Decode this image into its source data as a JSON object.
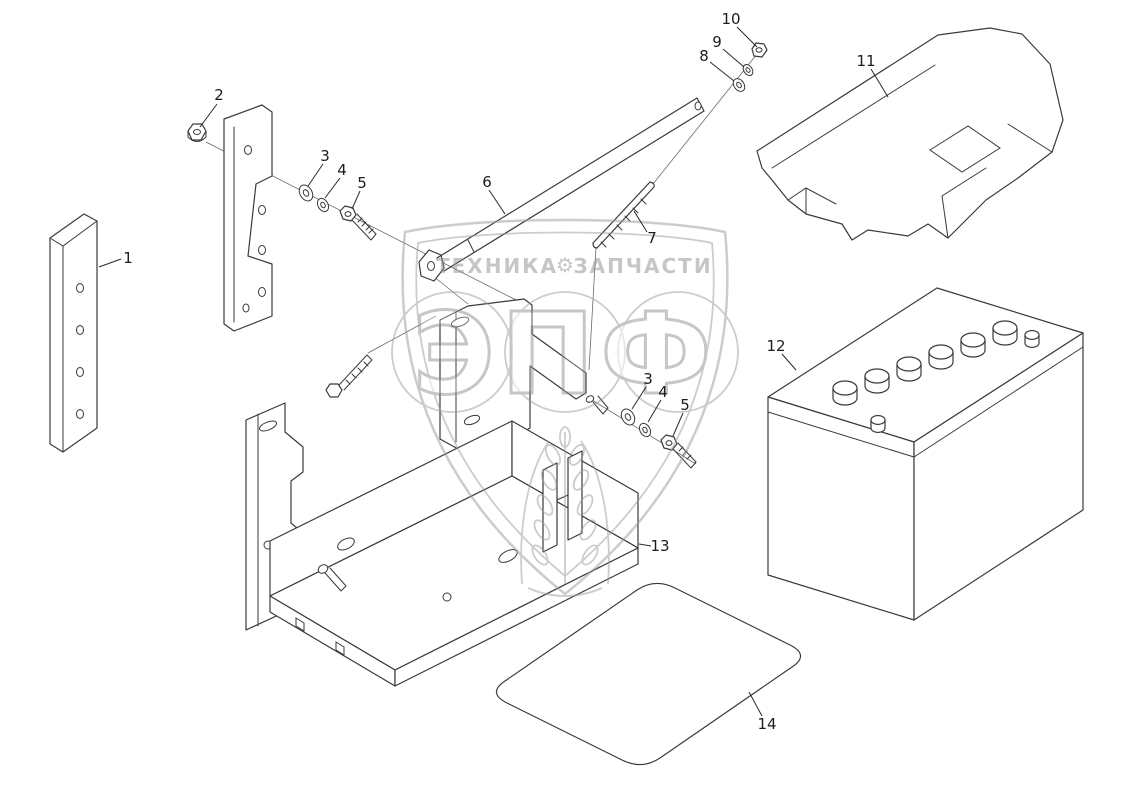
{
  "diagram": {
    "callouts": [
      {
        "number": "1"
      },
      {
        "number": "2"
      },
      {
        "number": "3"
      },
      {
        "number": "4"
      },
      {
        "number": "5"
      },
      {
        "number": "6"
      },
      {
        "number": "7"
      },
      {
        "number": "8"
      },
      {
        "number": "9"
      },
      {
        "number": "10"
      },
      {
        "number": "11"
      },
      {
        "number": "12"
      },
      {
        "number": "13"
      },
      {
        "number": "14"
      }
    ],
    "watermark": {
      "banner_left": "ТЕХНИКА",
      "banner_right": "ЗАПЧАСТИ",
      "gear_icon": "⚙",
      "big_text": "ЭПФ"
    },
    "colors": {
      "background": "#ffffff",
      "line": "#3a3a3a",
      "watermark": "#9a9a9a"
    }
  }
}
